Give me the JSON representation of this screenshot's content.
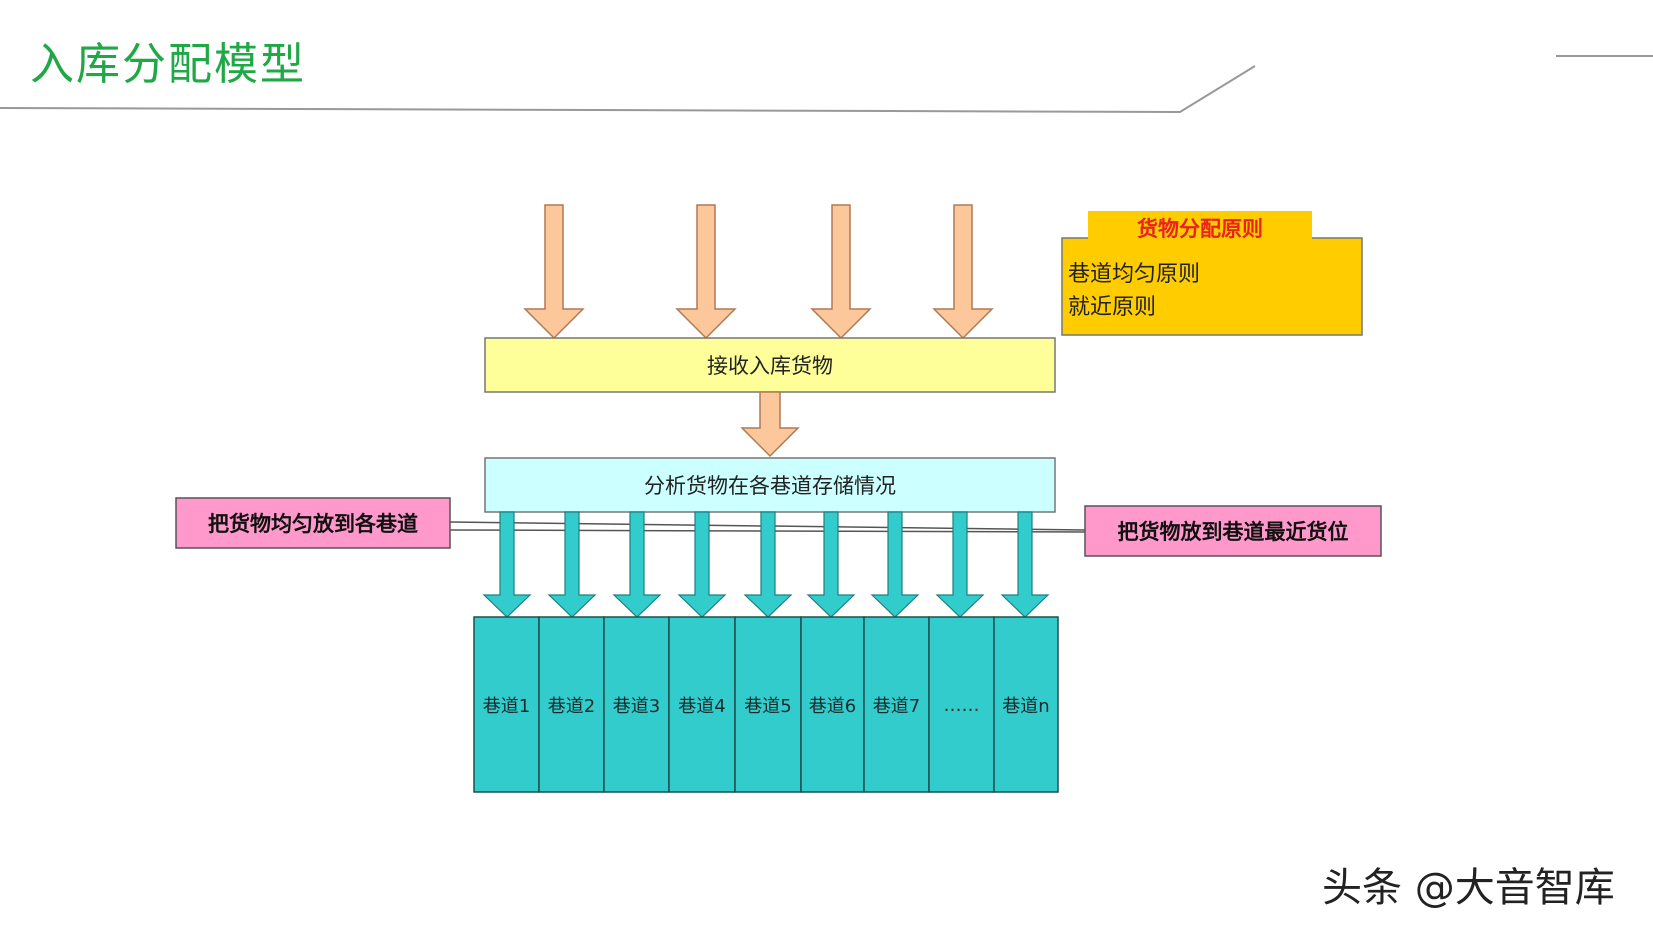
{
  "slide": {
    "title": "入库分配模型"
  },
  "diagram": {
    "receive_box": "接收入库货物",
    "analyze_box": "分析货物在各巷道存储情况",
    "left_note": "把货物均匀放到各巷道",
    "right_note": "把货物放到巷道最近货位",
    "principles": {
      "title": "货物分配原则",
      "items": [
        "巷道均匀原则",
        "就近原则"
      ]
    },
    "lanes": [
      "巷道1",
      "巷道2",
      "巷道3",
      "巷道4",
      "巷道5",
      "巷道6",
      "巷道7",
      "……",
      "巷道n"
    ]
  },
  "colors": {
    "title_green": "#1fa845",
    "incoming_arrow": "#fbc79b",
    "receive_fill": "#ffff99",
    "analyze_fill": "#ccffff",
    "lane_fill": "#33cccc",
    "note_pink": "#ff99cc",
    "principle_fill": "#ffcc00",
    "principle_title_red": "#e8231c"
  },
  "watermark": "头条 @大音智库"
}
